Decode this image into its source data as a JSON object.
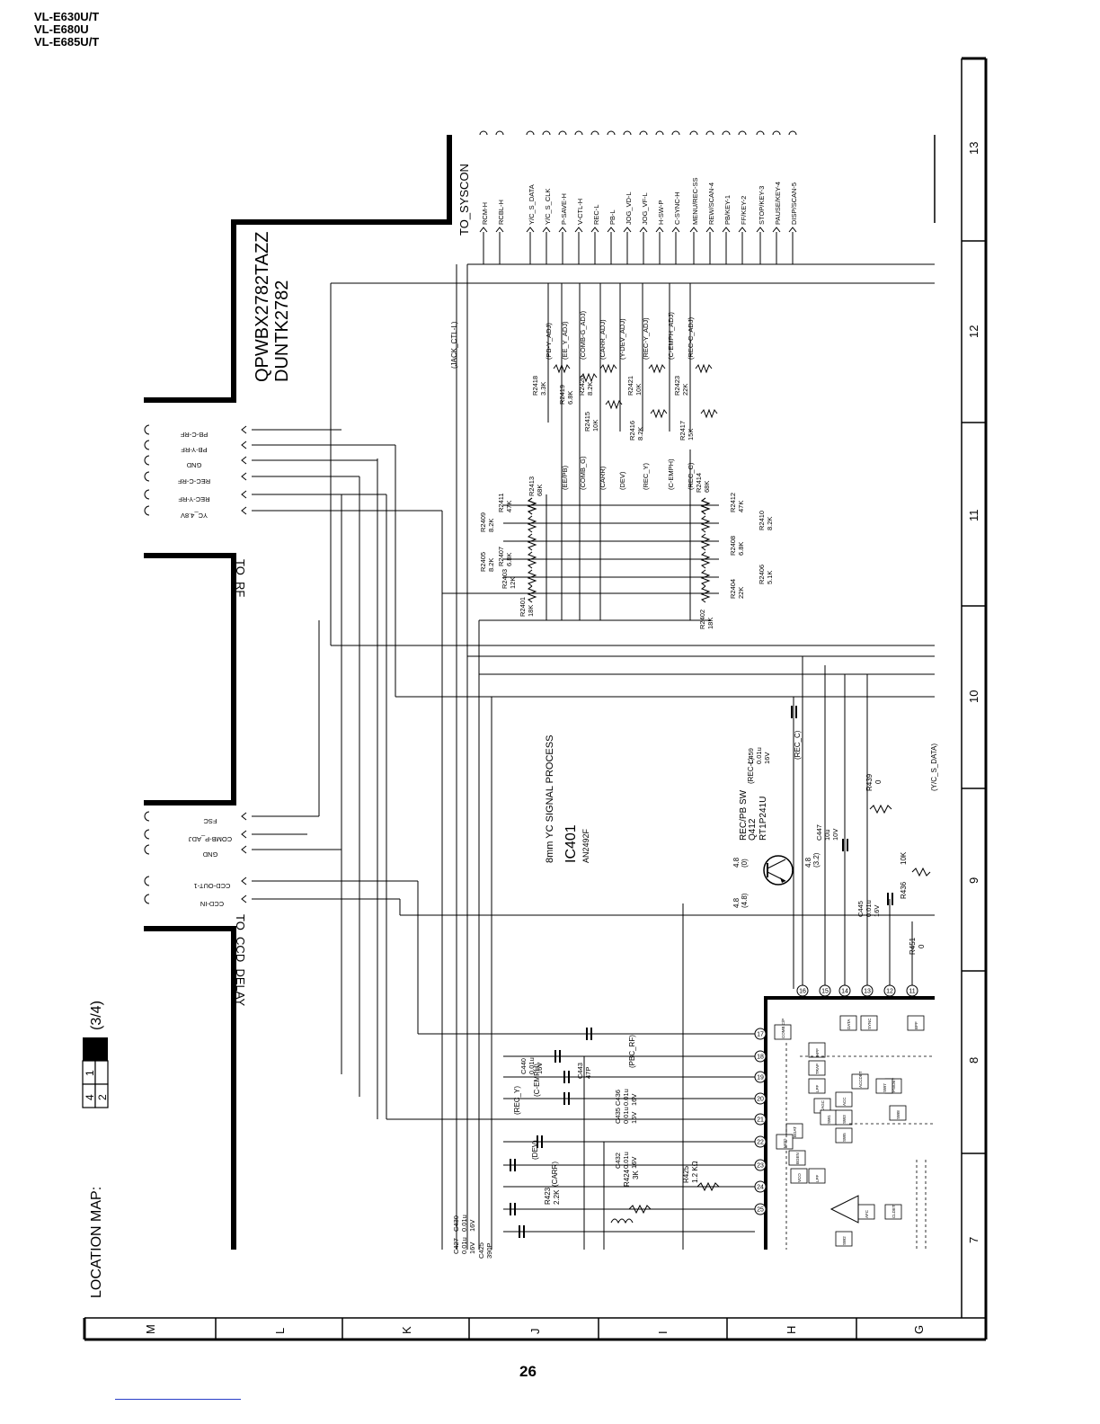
{
  "header": {
    "models": [
      "VL-E630U/T",
      "VL-E680U",
      "VL-E685U/T"
    ]
  },
  "footer": {
    "page_number": "26"
  },
  "location_map": {
    "label": "LOCATION MAP:",
    "cells": [
      "1",
      "2",
      "4"
    ],
    "sheet": "(3/4)"
  },
  "grid": {
    "columns": [
      "7",
      "8",
      "9",
      "10",
      "11",
      "12",
      "13"
    ],
    "rows": [
      "M",
      "L",
      "K",
      "J",
      "I",
      "H",
      "G"
    ]
  },
  "board": {
    "part_number": "QPWBX2782TAZZ",
    "unit": "DUNTK2782"
  },
  "connectors": {
    "to_syscon": {
      "title": "TO_SYSCON",
      "pins": [
        "RCM-H",
        "RCBL-H",
        "Y/C_S_DATA",
        "Y/C_S_CLK",
        "P-SAVE-H",
        "V-CTL-H",
        "REC-L",
        "PB-L",
        "JOG_VD-L",
        "JOG_VF-L",
        "H-SW-P",
        "C-SYNC-H",
        "MENU/REC-SS",
        "REW/SCAN-4",
        "PB/KEY-1",
        "FF/KEY-2",
        "STOP/KEY-3",
        "PAUSE/KEY-4",
        "DISP/SCAN-5"
      ]
    },
    "to_rf": {
      "title": "TO_RF",
      "pins": [
        "PB-C-RF",
        "PB-Y-RF",
        "GND",
        "REC-C-RF",
        "REC-Y-RF",
        "YC_4.8V"
      ]
    },
    "middle": {
      "pins": [
        "FSC",
        "COMB-P_ADJ",
        "GND"
      ]
    },
    "to_ccd_delay": {
      "title": "TO_CCD_DELAY",
      "pins": [
        "CCD-OUT-1",
        "CCD-IN"
      ]
    }
  },
  "signals": {
    "adjust": [
      "(PB-Y_ADJ)",
      "(EE_Y_ADJ)",
      "(COMB-G_ADJ)",
      "(CARR_ADJ)",
      "(Y-DEV_ADJ)",
      "(REC-Y_ADJ)",
      "(C-EMPH_ADJ)",
      "(REC-C_ADJ)"
    ],
    "bus": [
      "(EE/PB)",
      "(COMB_G)",
      "(CARR)",
      "(DEV)",
      "(REC_Y)",
      "(C-EMPH)",
      "(REC_C)"
    ],
    "jack": "(JACK_CTL-L)",
    "misc": [
      "(REC-L)",
      "(REC_C)",
      "(Y/C_S_DATA)",
      "(PBC_RF)",
      "(C-EMPH)",
      "(REC_Y)",
      "(DEV)",
      "(CARR)"
    ]
  },
  "resistors": {
    "upper": [
      {
        "ref": "R2418",
        "val": "3.3K"
      },
      {
        "ref": "R2419",
        "val": "6.8K"
      },
      {
        "ref": "R2420",
        "val": "8.2K"
      },
      {
        "ref": "R2415",
        "val": "10K"
      },
      {
        "ref": "R2421",
        "val": "10K"
      },
      {
        "ref": "R2416",
        "val": "8.2K"
      },
      {
        "ref": "R2423",
        "val": "22K"
      },
      {
        "ref": "R2417",
        "val": "15K"
      }
    ],
    "ladder_top": [
      {
        "ref": "R2401",
        "val": "18K"
      },
      {
        "ref": "R2403",
        "val": "12K"
      },
      {
        "ref": "R2405",
        "val": "8.2K"
      },
      {
        "ref": "R2407",
        "val": "6.8K"
      },
      {
        "ref": "R2409",
        "val": "8.2K"
      },
      {
        "ref": "R2411",
        "val": "47K"
      },
      {
        "ref": "R2413",
        "val": "68K"
      }
    ],
    "ladder_bottom": [
      {
        "ref": "R2402",
        "val": "18K"
      },
      {
        "ref": "R2404",
        "val": "22K"
      },
      {
        "ref": "R2406",
        "val": "5.1K"
      },
      {
        "ref": "R2408",
        "val": "6.8K"
      },
      {
        "ref": "R2410",
        "val": "8.2K"
      },
      {
        "ref": "R2412",
        "val": "47K"
      },
      {
        "ref": "R2414",
        "val": "68K"
      }
    ],
    "lower": [
      {
        "ref": "R439",
        "val": "0"
      },
      {
        "ref": "R436",
        "val": "10K"
      },
      {
        "ref": "R451",
        "val": "0"
      },
      {
        "ref": "R423",
        "val": "2.2K"
      },
      {
        "ref": "R424",
        "val": "3K"
      },
      {
        "ref": "R425",
        "val": "1.2 KΩ"
      }
    ]
  },
  "capacitors": [
    {
      "ref": "C459",
      "val": "0.01u",
      "volt": "16V"
    },
    {
      "ref": "C447",
      "val": "10u",
      "volt": "10V"
    },
    {
      "ref": "C445",
      "val": "0.01u",
      "volt": "16V"
    },
    {
      "ref": "C443",
      "val": "47P"
    },
    {
      "ref": "C440",
      "val": "0.01u",
      "volt": "16V"
    },
    {
      "ref": "C436",
      "val": "0.01u",
      "volt": "16V"
    },
    {
      "ref": "C435",
      "val": "0.01u",
      "volt": "16V"
    },
    {
      "ref": "C432",
      "val": "0.01u",
      "volt": "16V"
    },
    {
      "ref": "C430",
      "val": "0.01u",
      "volt": "16V"
    },
    {
      "ref": "C427",
      "val": "0.01u",
      "volt": "16V"
    },
    {
      "ref": "C425",
      "val": "390P"
    }
  ],
  "ic": {
    "ref": "IC401",
    "part": "AN2492F",
    "function": "8mm YC SIGNAL PROCESS",
    "pins_left": [
      "17",
      "18",
      "19",
      "20",
      "21",
      "22",
      "23",
      "24",
      "25"
    ],
    "pins_top": [
      "16",
      "15",
      "14",
      "13",
      "12",
      "11"
    ],
    "blocks": [
      "COMB C/P",
      "HPF",
      "TRAP",
      "LPF",
      "CAGC",
      "ACC",
      "ACCDET",
      "DATA",
      "BGAT",
      "BGEN",
      "SYNC",
      "MOD",
      "VCO",
      "LPF",
      "AFC",
      "CLDET",
      "BPF",
      "PS/DET",
      "SW1",
      "SW3",
      "SW5",
      "SW7",
      "SW8",
      "SW2"
    ]
  },
  "transistor": {
    "ref": "Q412",
    "part": "RT1P241U",
    "function": "REC/PB SW",
    "voltages": [
      "4.8",
      "(0)",
      "4.8",
      "(4.8)",
      "4.8",
      "(3.2)"
    ]
  }
}
